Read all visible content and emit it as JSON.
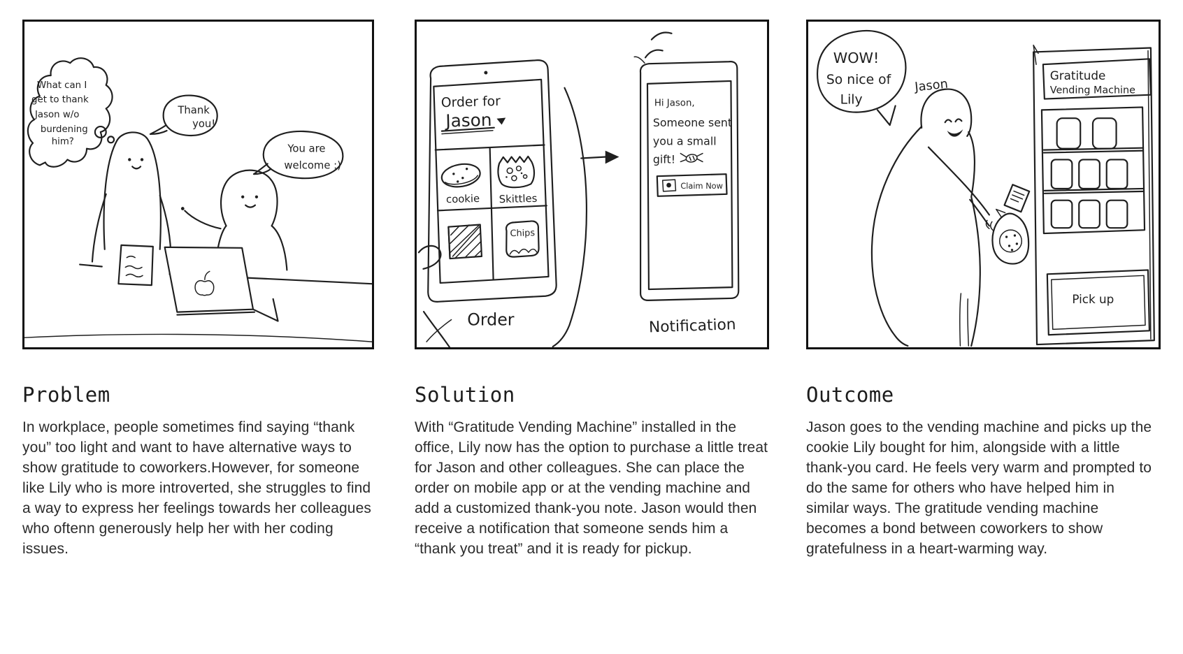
{
  "page": {
    "background": "#ffffff",
    "ink": "#1f1f1f"
  },
  "panels": [
    {
      "heading": "Problem",
      "body": "In workplace, people sometimes find saying “thank you” too light and want to have alternative ways to show gratitude to coworkers.However, for someone like Lily who is more introverted, she struggles to find a way to express her feelings towards her colleagues who oftenn generously help her with her coding issues.",
      "sketch": {
        "thought_lines": [
          "What can I",
          "get to thank",
          "Jason w/o",
          "burdening",
          "him?"
        ],
        "speech1_lines": [
          "Thank",
          "you!"
        ],
        "speech2_lines": [
          "You are",
          "welcome :)"
        ]
      }
    },
    {
      "heading": "Solution",
      "body": "With “Gratitude Vending Machine” installed in the office, Lily now has the option to purchase a little treat for Jason and other colleagues. She can place the order on mobile app or at the vending machine and add a customized thank-you note. Jason would then receive a notification that someone sends him a “thank you treat” and it is ready for pickup.",
      "sketch": {
        "app_title": "Order for",
        "app_recipient": "Jason",
        "item_cookie": "cookie",
        "item_skittles": "Skittles",
        "item_chips": "Chips",
        "caption_order": "Order",
        "notif_lines": [
          "Hi Jason,",
          "Someone sent",
          "you a small",
          "gift!"
        ],
        "claim_button": "Claim Now",
        "caption_notification": "Notification"
      }
    },
    {
      "heading": "Outcome",
      "body": "Jason goes to the vending machine and picks up the cookie Lily bought for him, alongside with a little thank-you card. He feels very warm and prompted to do the same for others who have helped him in similar ways. The gratitude vending machine becomes a bond between coworkers to show gratefulness in a heart-warming way.",
      "sketch": {
        "speech_lines": [
          "WOW!",
          "So nice of",
          "Lily"
        ],
        "person_label": "Jason",
        "machine_label_lines": [
          "Gratitude",
          "Vending Machine"
        ],
        "pickup_label": "Pick up"
      }
    }
  ]
}
